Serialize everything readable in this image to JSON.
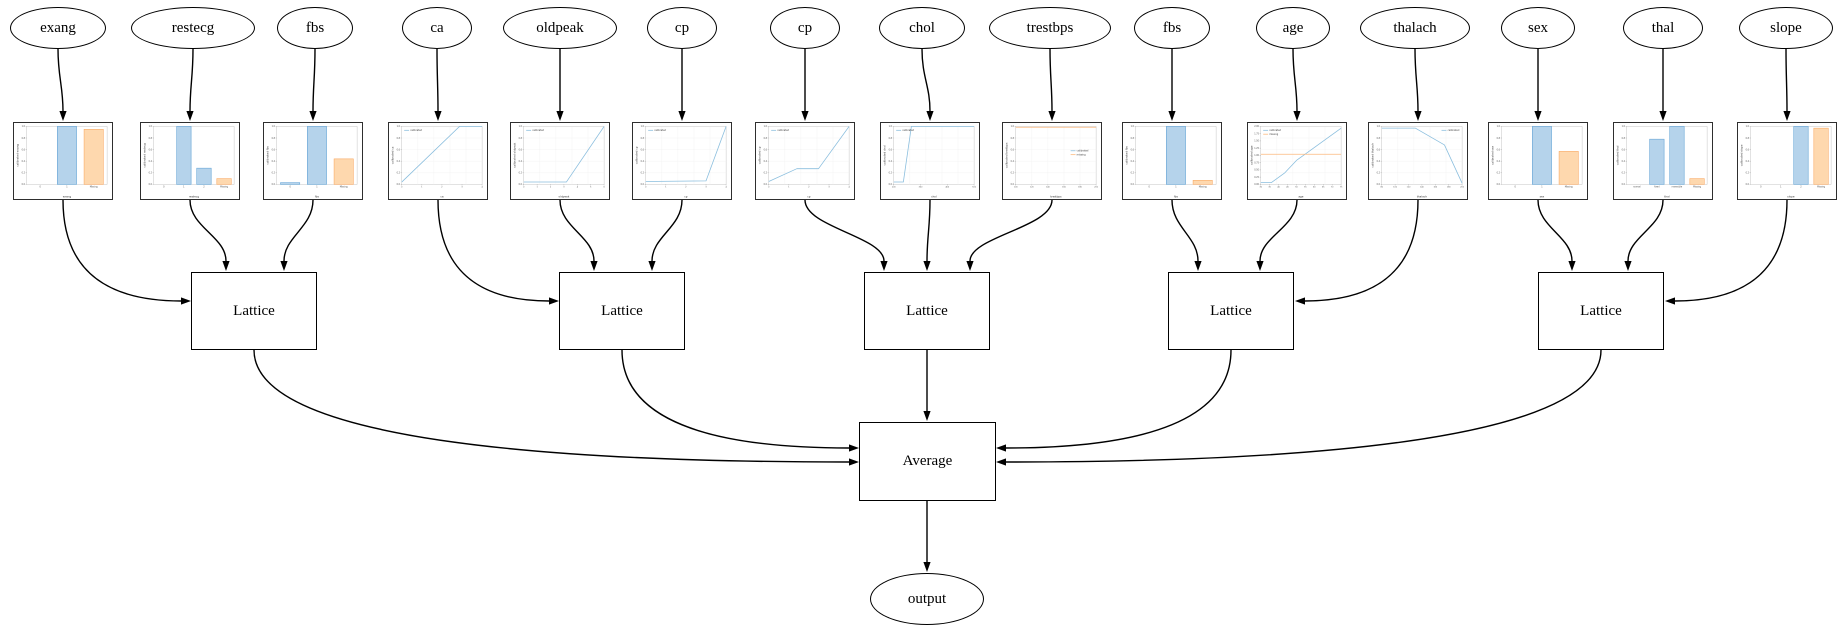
{
  "nodes": {
    "lattice_label": "Lattice",
    "average_label": "Average",
    "output_label": "output"
  },
  "legend_labels": {
    "calibrated": "calibrated",
    "missing": "missing"
  },
  "groups": [
    [
      0,
      1,
      2
    ],
    [
      3,
      4,
      5
    ],
    [
      6,
      7,
      8
    ],
    [
      9,
      10,
      11
    ],
    [
      12,
      13,
      14
    ]
  ],
  "colors": {
    "edge": "#000000",
    "node_border": "#000000",
    "chart_border": "#2e2e2e",
    "bar_blue_fill": "#b5d3eb",
    "bar_blue_edge": "#5b9fd4",
    "bar_orange_fill": "#fed8ae",
    "bar_orange_edge": "#f9a55c",
    "line_blue": "#8abede",
    "line_orange": "#fcb97e",
    "grid": "#ececec",
    "spine": "#b5b5b5",
    "tick_text": "#555555"
  },
  "features": [
    {
      "name": "exang",
      "chart": {
        "type": "bar",
        "x_label": "exang",
        "y_label": "calibrated exang",
        "categories": [
          "0",
          "1",
          "Missing"
        ],
        "values": [
          0,
          1.0,
          0.95
        ],
        "bar_colors": [
          "blue",
          "blue",
          "orange"
        ],
        "y_ticks": [
          "1.0",
          "0.8",
          "0.6",
          "0.4",
          "0.2",
          "0.0"
        ]
      }
    },
    {
      "name": "restecg",
      "chart": {
        "type": "bar",
        "x_label": "restecg",
        "y_label": "calibrated restecg",
        "categories": [
          "0",
          "1",
          "2",
          "Missing"
        ],
        "values": [
          0,
          1.0,
          0.28,
          0.1
        ],
        "bar_colors": [
          "blue",
          "blue",
          "blue",
          "orange"
        ],
        "y_ticks": [
          "1.0",
          "0.8",
          "0.6",
          "0.4",
          "0.2",
          "0.0"
        ]
      }
    },
    {
      "name": "fbs",
      "chart": {
        "type": "bar",
        "x_label": "fbs",
        "y_label": "calibrated fbs",
        "categories": [
          "0",
          "1",
          "Missing"
        ],
        "values": [
          0.03,
          1.0,
          0.44
        ],
        "bar_colors": [
          "blue",
          "blue",
          "orange"
        ],
        "y_ticks": [
          "1.0",
          "0.8",
          "0.6",
          "0.4",
          "0.2",
          "0.0"
        ]
      }
    },
    {
      "name": "ca",
      "chart": {
        "type": "line",
        "x_label": "ca",
        "y_label": "calibrated ca",
        "x_ticks": [
          "0",
          "1",
          "2",
          "3",
          "4"
        ],
        "y_ticks": [
          "1.0",
          "0.8",
          "0.6",
          "0.4",
          "0.2",
          "0.0"
        ],
        "legend": [
          {
            "label": "calibrated",
            "color": "blue"
          }
        ],
        "legend_pos": "tl",
        "series": [
          {
            "name": "calibrated",
            "color": "blue",
            "points": [
              [
                0,
                0.04
              ],
              [
                0.72,
                1.0
              ],
              [
                1,
                1.0
              ]
            ]
          }
        ]
      }
    },
    {
      "name": "oldpeak",
      "chart": {
        "type": "line",
        "x_label": "oldpeak",
        "y_label": "calibrated oldpeak",
        "x_ticks": [
          "0",
          "1",
          "2",
          "3",
          "4",
          "5",
          "6"
        ],
        "y_ticks": [
          "1.0",
          "0.8",
          "0.6",
          "0.4",
          "0.2",
          "0.0"
        ],
        "legend": [
          {
            "label": "calibrated",
            "color": "blue"
          }
        ],
        "legend_pos": "tl",
        "series": [
          {
            "name": "calibrated",
            "color": "blue",
            "points": [
              [
                0,
                0.04
              ],
              [
                0.53,
                0.04
              ],
              [
                1,
                1.0
              ]
            ]
          }
        ]
      }
    },
    {
      "name": "cp",
      "chart": {
        "type": "line",
        "x_label": "cp",
        "y_label": "calibrated cp",
        "x_ticks": [
          "0",
          "1",
          "2",
          "3",
          "4"
        ],
        "y_ticks": [
          "1.0",
          "0.8",
          "0.6",
          "0.4",
          "0.2",
          "0.0"
        ],
        "legend": [
          {
            "label": "calibrated",
            "color": "blue"
          }
        ],
        "legend_pos": "tl",
        "series": [
          {
            "name": "calibrated",
            "color": "blue",
            "points": [
              [
                0,
                0.05
              ],
              [
                0.75,
                0.06
              ],
              [
                1,
                1.0
              ]
            ]
          }
        ]
      }
    },
    {
      "name": "cp",
      "chart": {
        "type": "line",
        "x_label": "cp",
        "y_label": "calibrated cp",
        "x_ticks": [
          "0",
          "1",
          "2",
          "3",
          "4"
        ],
        "y_ticks": [
          "1.0",
          "0.8",
          "0.6",
          "0.4",
          "0.2",
          "0.0"
        ],
        "legend": [
          {
            "label": "calibrated",
            "color": "blue"
          }
        ],
        "legend_pos": "tl",
        "series": [
          {
            "name": "calibrated",
            "color": "blue",
            "points": [
              [
                0,
                0.05
              ],
              [
                0.35,
                0.27
              ],
              [
                0.62,
                0.27
              ],
              [
                1,
                1.0
              ]
            ]
          }
        ]
      }
    },
    {
      "name": "chol",
      "chart": {
        "type": "line",
        "x_label": "chol",
        "y_label": "calibrated chol",
        "x_ticks": [
          "200",
          "300",
          "400",
          "500"
        ],
        "y_ticks": [
          "1.0",
          "0.8",
          "0.6",
          "0.4",
          "0.2",
          "0.0"
        ],
        "legend": [
          {
            "label": "calibrated",
            "color": "blue"
          }
        ],
        "legend_pos": "tl",
        "series": [
          {
            "name": "calibrated",
            "color": "blue",
            "points": [
              [
                0,
                0.04
              ],
              [
                0.12,
                0.04
              ],
              [
                0.22,
                1.0
              ],
              [
                1,
                1.0
              ]
            ]
          }
        ]
      }
    },
    {
      "name": "trestbps",
      "chart": {
        "type": "line",
        "x_label": "trestbps",
        "y_label": "calibrated trestbps",
        "x_ticks": [
          "100",
          "120",
          "140",
          "160",
          "180",
          "200"
        ],
        "y_ticks": [
          "1.0",
          "0.8",
          "0.6",
          "0.4",
          "0.2",
          "0.0"
        ],
        "legend": [
          {
            "label": "calibrated",
            "color": "blue"
          },
          {
            "label": "missing",
            "color": "orange"
          }
        ],
        "legend_pos": "mr",
        "series": [
          {
            "name": "missing",
            "color": "orange",
            "points": [
              [
                0,
                0.985
              ],
              [
                1,
                0.985
              ]
            ]
          }
        ]
      }
    },
    {
      "name": "fbs",
      "chart": {
        "type": "bar",
        "x_label": "fbs",
        "y_label": "calibrated fbs",
        "categories": [
          "0",
          "1",
          "Missing"
        ],
        "values": [
          0,
          1.0,
          0.07
        ],
        "bar_colors": [
          "blue",
          "blue",
          "orange"
        ],
        "y_ticks": [
          "1.0",
          "0.8",
          "0.6",
          "0.4",
          "0.2",
          "0.0"
        ]
      }
    },
    {
      "name": "age",
      "chart": {
        "type": "line",
        "x_label": "age",
        "y_label": "calibrated age",
        "x_ticks": [
          "30",
          "35",
          "40",
          "45",
          "50",
          "55",
          "60",
          "65",
          "70",
          "75"
        ],
        "y_ticks": [
          "2.00",
          "1.75",
          "1.50",
          "1.25",
          "1.00",
          "0.75",
          "0.50",
          "0.25",
          "0.00"
        ],
        "legend": [
          {
            "label": "calibrated",
            "color": "blue"
          },
          {
            "label": "missing",
            "color": "orange"
          }
        ],
        "legend_pos": "tl",
        "series": [
          {
            "name": "calibrated",
            "color": "blue",
            "points": [
              [
                0,
                0.03
              ],
              [
                0.13,
                0.03
              ],
              [
                0.3,
                0.2
              ],
              [
                0.45,
                0.42
              ],
              [
                0.55,
                0.52
              ],
              [
                0.75,
                0.72
              ],
              [
                1,
                0.97
              ]
            ]
          },
          {
            "name": "missing",
            "color": "orange",
            "points": [
              [
                0,
                0.52
              ],
              [
                1,
                0.52
              ]
            ]
          }
        ]
      }
    },
    {
      "name": "thalach",
      "chart": {
        "type": "line",
        "x_label": "thalach",
        "y_label": "calibrated thalach",
        "x_ticks": [
          "80",
          "100",
          "120",
          "140",
          "160",
          "180",
          "200"
        ],
        "y_ticks": [
          "1.0",
          "0.8",
          "0.6",
          "0.4",
          "0.2",
          "0.0"
        ],
        "legend": [
          {
            "label": "calibrated",
            "color": "blue"
          }
        ],
        "legend_pos": "tr",
        "series": [
          {
            "name": "calibrated",
            "color": "blue",
            "points": [
              [
                0,
                0.97
              ],
              [
                0.42,
                0.97
              ],
              [
                0.78,
                0.68
              ],
              [
                1,
                0.02
              ]
            ]
          }
        ]
      }
    },
    {
      "name": "sex",
      "chart": {
        "type": "bar",
        "x_label": "sex",
        "y_label": "calibrated sex",
        "categories": [
          "0",
          "1",
          "Missing"
        ],
        "values": [
          0,
          1.0,
          0.57
        ],
        "bar_colors": [
          "blue",
          "blue",
          "orange"
        ],
        "y_ticks": [
          "1.0",
          "0.8",
          "0.6",
          "0.4",
          "0.2",
          "0.0"
        ]
      }
    },
    {
      "name": "thal",
      "chart": {
        "type": "bar",
        "x_label": "thal",
        "y_label": "calibrated thal",
        "categories": [
          "normal",
          "fixed",
          "reversible",
          "Missing"
        ],
        "values": [
          0,
          0.78,
          1.0,
          0.1
        ],
        "bar_colors": [
          "blue",
          "blue",
          "blue",
          "orange"
        ],
        "y_ticks": [
          "1.0",
          "0.8",
          "0.6",
          "0.4",
          "0.2",
          "0.0"
        ]
      }
    },
    {
      "name": "slope",
      "chart": {
        "type": "bar",
        "x_label": "slope",
        "y_label": "calibrated slope",
        "categories": [
          "0",
          "1",
          "2",
          "Missing"
        ],
        "values": [
          0,
          0,
          1.0,
          0.97
        ],
        "bar_colors": [
          "blue",
          "blue",
          "blue",
          "orange"
        ],
        "y_ticks": [
          "1.0",
          "0.8",
          "0.6",
          "0.4",
          "0.2",
          "0.0"
        ]
      }
    }
  ]
}
